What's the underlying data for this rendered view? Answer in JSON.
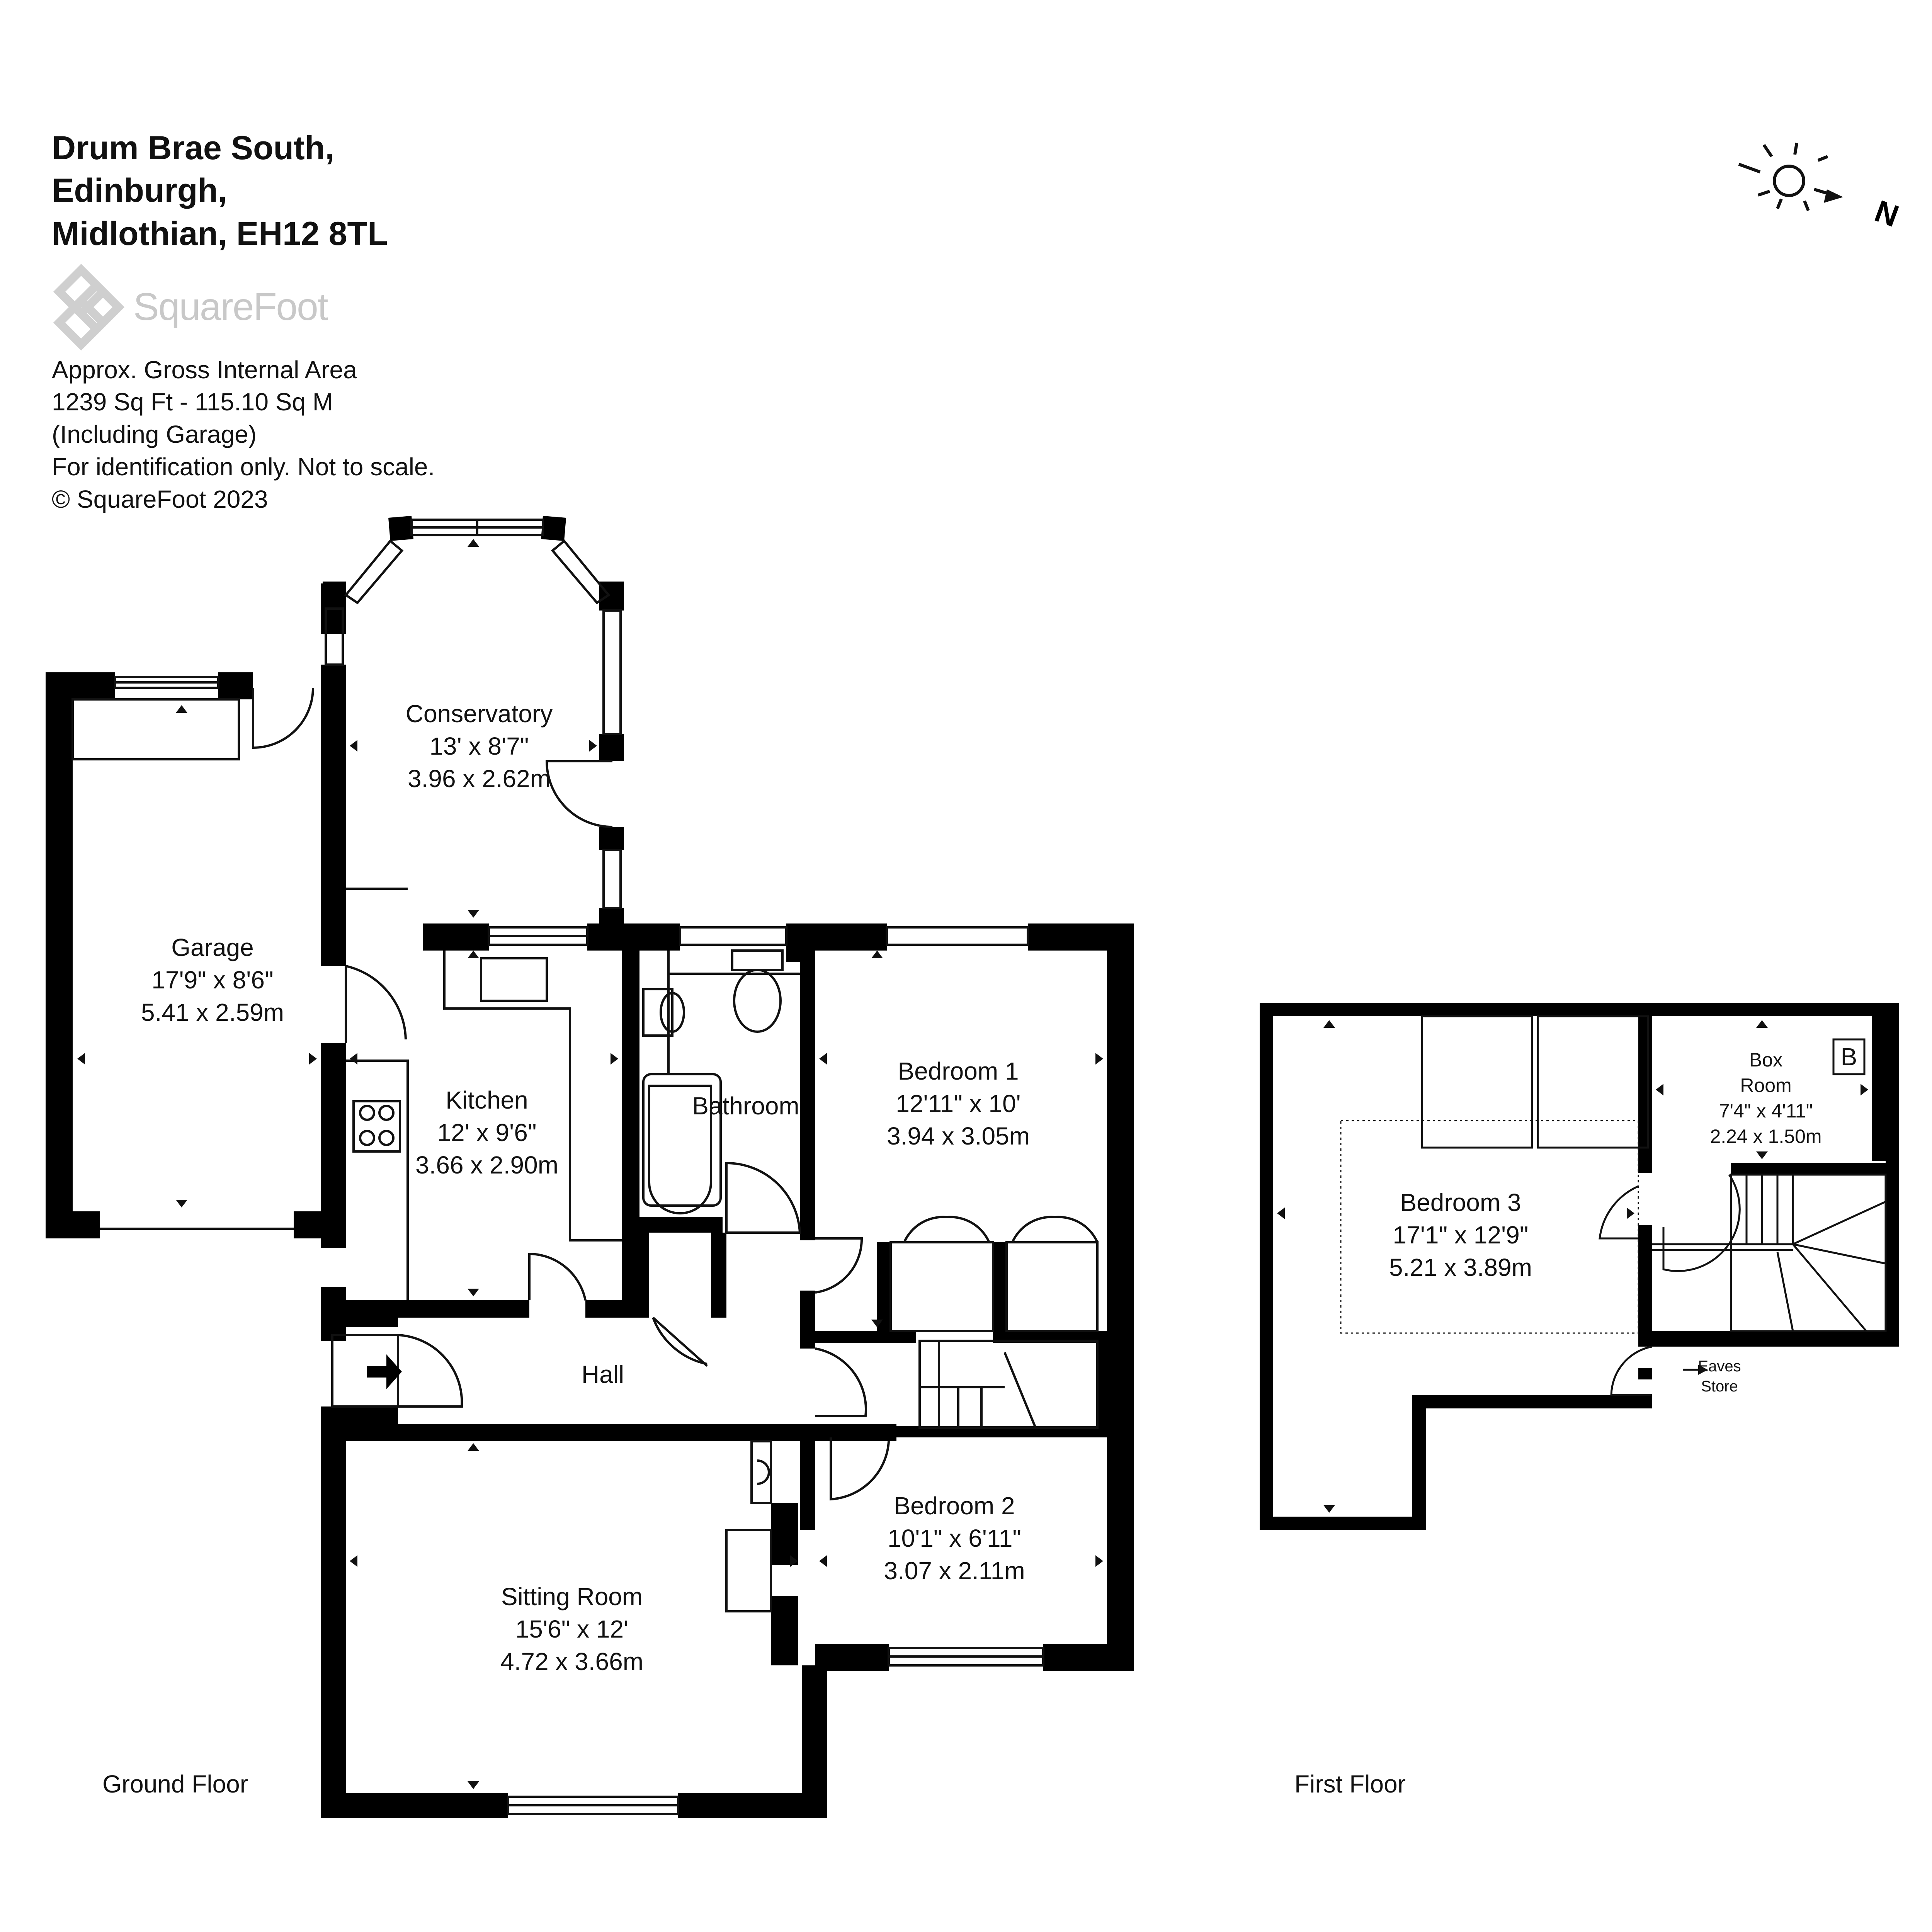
{
  "address": {
    "line1": "Drum Brae South,",
    "line2": "Edinburgh,",
    "line3": "Midlothian, EH12 8TL"
  },
  "brand": {
    "name": "SquareFoot"
  },
  "area_info": {
    "line1": "Approx. Gross Internal Area",
    "line2": "1239 Sq Ft  -  115.10 Sq M",
    "line3": "(Including Garage)",
    "line4": "For identification only. Not to scale.",
    "line5": "© SquareFoot 2023"
  },
  "compass": {
    "label": "N"
  },
  "rooms": {
    "conservatory": {
      "name": "Conservatory",
      "imperial": "13' x 8'7\"",
      "metric": "3.96 x 2.62m"
    },
    "garage": {
      "name": "Garage",
      "imperial": "17'9\" x 8'6\"",
      "metric": "5.41 x 2.59m"
    },
    "kitchen": {
      "name": "Kitchen",
      "imperial": "12' x 9'6\"",
      "metric": "3.66 x 2.90m"
    },
    "bathroom": {
      "name": "Bathroom"
    },
    "bedroom1": {
      "name": "Bedroom 1",
      "imperial": "12'11\" x 10'",
      "metric": "3.94 x 3.05m"
    },
    "hall": {
      "name": "Hall"
    },
    "bedroom2": {
      "name": "Bedroom 2",
      "imperial": "10'1\" x 6'11\"",
      "metric": "3.07 x 2.11m"
    },
    "sitting_room": {
      "name": "Sitting Room",
      "imperial": "15'6\" x 12'",
      "metric": "4.72 x 3.66m"
    },
    "bedroom3": {
      "name": "Bedroom 3",
      "imperial": "17'1\" x 12'9\"",
      "metric": "5.21 x 3.89m"
    },
    "box_room": {
      "name_line1": "Box",
      "name_line2": "Room",
      "imperial": "7'4\" x 4'11\"",
      "metric": "2.24 x 1.50m"
    },
    "eaves_store": {
      "line1": "Eaves",
      "line2": "Store"
    }
  },
  "boiler": {
    "label": "B"
  },
  "floors": {
    "ground": "Ground Floor",
    "first": "First Floor"
  }
}
